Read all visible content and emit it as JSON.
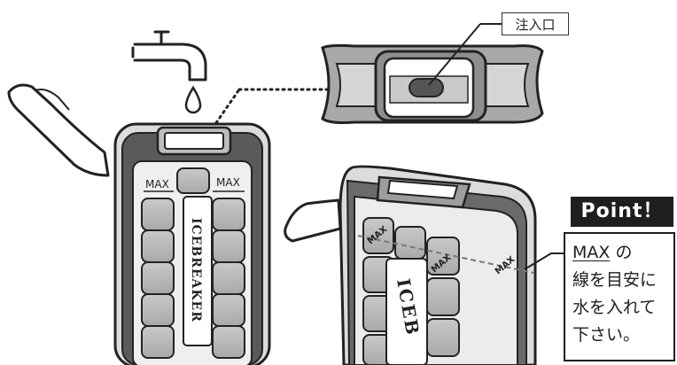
{
  "callout": {
    "inlet_label": "注入口"
  },
  "tray_front": {
    "brand_text": "ICEBREAKER",
    "max_left": "MAX",
    "max_right": "MAX"
  },
  "tray_side": {
    "brand_text": "ICEB",
    "max_labels": [
      "MAX",
      "MAX",
      "MAX"
    ]
  },
  "point": {
    "title": "Point！",
    "max_word": "MAX",
    "line1_suffix": " の",
    "line2": "線を目安に",
    "line3": "水を入れて",
    "line4": "下さい。"
  }
}
